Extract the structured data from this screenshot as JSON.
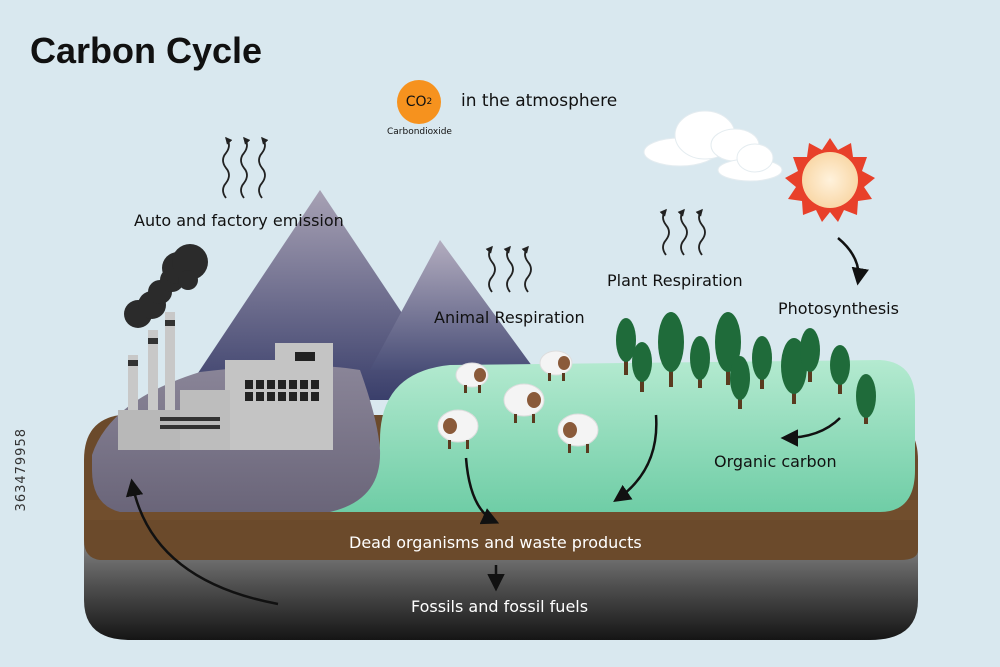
{
  "title": "Carbon Cycle",
  "co2": {
    "symbol": "CO",
    "subscript": "2",
    "caption": "Carbondioxide",
    "label": "in the atmosphere"
  },
  "labels": {
    "emission": "Auto and factory emission",
    "animal_respiration": "Animal Respiration",
    "plant_respiration": "Plant Respiration",
    "photosynthesis": "Photosynthesis",
    "organic_carbon": "Organic carbon",
    "dead_organisms": "Dead organisms and waste products",
    "fossils": "Fossils and fossil fuels"
  },
  "stock_id": "363479958",
  "colors": {
    "sky": "#d9e8ef",
    "co2": "#f6921e",
    "mountain": "#6f6a86",
    "grass": "#8fdcbc",
    "soil": "#6b4a2b",
    "rock": "#8c8c8c",
    "factory": "#bdbdbd",
    "sun_rays": "#e8402a",
    "sun_core": "#fde7c6",
    "tree": "#1f6b3a"
  }
}
